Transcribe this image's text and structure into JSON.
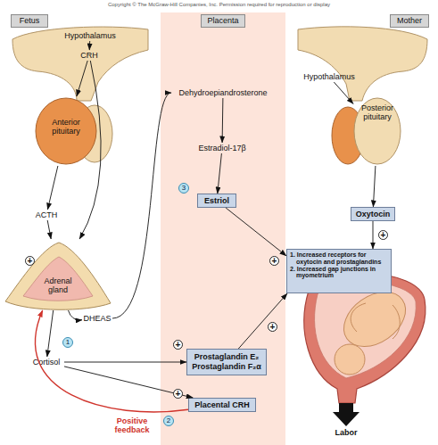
{
  "diagram": {
    "nodes": [
      {
        "text": [
          "Fetus"
        ]
      },
      {
        "text": [
          "Placenta"
        ]
      },
      {
        "text": [
          "Mother"
        ]
      },
      {
        "text": [
          "Hypothalamus"
        ]
      },
      {
        "text": [
          "CRH"
        ]
      },
      {
        "text": [
          "Anterior pituitary"
        ]
      },
      {
        "text": [
          "ACTH"
        ]
      },
      {
        "text": [
          "Adrenal gland"
        ]
      },
      {
        "text": [
          "DHEAS"
        ]
      },
      {
        "text": [
          "Cortisol"
        ]
      },
      {
        "text": [
          "Dehydroepiandrosterone"
        ],
        "in": 1
      },
      {
        "text": [
          "Estradiol-17β"
        ],
        "in": 1
      },
      {
        "text": [
          "Estriol"
        ],
        "in": 1
      },
      {
        "text": [
          "Prostaglandin E₂",
          "Prostaglandin F₂α"
        ],
        "in": 1
      },
      {
        "text": [
          "Placental CRH"
        ],
        "in": 1
      },
      {
        "text": [
          "Hypothalamus"
        ]
      },
      {
        "text": [
          "Posterior pituitary"
        ]
      },
      {
        "text": [
          "Oxytocin"
        ]
      },
      {
        "text": [
          "1. Increased receptors for oxytocin and prostaglandins",
          "2. Increased gap junctions in myometrium"
        ]
      }
    ],
    "edges": [
      {
        "from": 3,
        "to": 4,
        "arrow": "to"
      },
      {
        "from": 4,
        "to": 5,
        "arrow": "to"
      },
      {
        "from": 4,
        "to": 7,
        "arrow": "to"
      },
      {
        "from": 5,
        "to": 6,
        "arrow": "to"
      },
      {
        "from": 6,
        "to": 7,
        "arrow": "to"
      },
      {
        "from": 7,
        "to": 8,
        "arrow": "to"
      },
      {
        "from": 7,
        "to": 9,
        "arrow": "to"
      },
      {
        "from": 8,
        "to": 10,
        "arrow": "to"
      },
      {
        "from": 10,
        "to": 11,
        "arrow": "to"
      },
      {
        "from": 11,
        "to": 12,
        "arrow": "to"
      },
      {
        "from": 12,
        "to": 18,
        "arrow": "to"
      },
      {
        "from": 9,
        "to": 13,
        "arrow": "to"
      },
      {
        "from": 9,
        "to": 14,
        "arrow": "to"
      },
      {
        "from": 13,
        "to": 18,
        "arrow": "to"
      },
      {
        "from": 14,
        "to": 7,
        "label": "Positive feedback",
        "arrow": "to"
      },
      {
        "from": 15,
        "to": 16,
        "arrow": "to"
      },
      {
        "from": 16,
        "to": 17,
        "arrow": "to"
      },
      {
        "from": 17,
        "to": 18,
        "arrow": "to"
      }
    ],
    "labels": [
      "Copyright © The McGraw-Hill Companies, Inc. Permission required for reproduction or display",
      "+",
      "1",
      "3",
      "+",
      "+",
      "2",
      "+",
      "+",
      "+",
      "Labor"
    ]
  }
}
